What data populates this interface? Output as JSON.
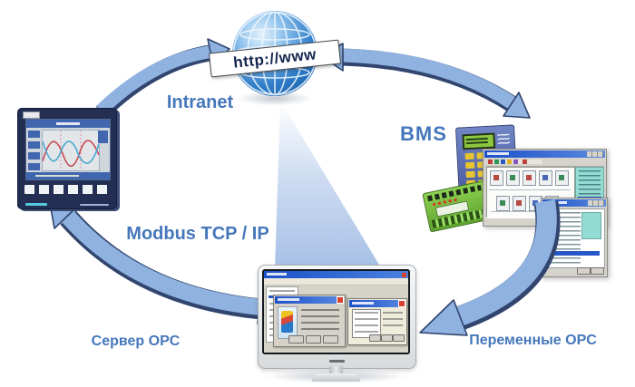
{
  "labels": {
    "globe_banner": "http://www",
    "intranet": "Intranet",
    "bms": "BMS",
    "modbus": "Modbus TCP / IP",
    "opc_server": "Сервер OPC",
    "opc_variables": "Переменные OPC"
  },
  "colors": {
    "label_text": "#4577bb",
    "arrow_fill": "#8fb2e0",
    "arrow_outline": "#31456e",
    "banner_text": "#15264e",
    "globe_primary": "#2e7cc8",
    "beam_bottom": "#a6c0e6",
    "lcd_green": "#8dc63f",
    "keypad_yellow": "#e6c430",
    "plc_green": "#7cc148",
    "teal_panel": "#93dbd3"
  },
  "nodes": [
    {
      "id": "internet-globe",
      "kind": "internet-cloud",
      "banner": "http://www",
      "caption": "Intranet"
    },
    {
      "id": "power-meter",
      "kind": "power-quality-analyzer"
    },
    {
      "id": "bms-cluster",
      "kind": "building-management-system",
      "caption": "BMS",
      "parts": [
        "operator-keypad",
        "plc-io-module",
        "bms-software-window",
        "opc-variables-window"
      ]
    },
    {
      "id": "opc-server-pc",
      "kind": "desktop-monitor",
      "caption": "Сервер OPC"
    }
  ],
  "connections": [
    {
      "from": "power-meter",
      "to": "internet-globe",
      "heads": "single"
    },
    {
      "from": "internet-globe",
      "to": "bms-cluster",
      "heads": "double"
    },
    {
      "from": "power-meter",
      "to": "opc-server-pc",
      "heads": "double",
      "label": "Modbus TCP / IP"
    },
    {
      "from": "bms-cluster",
      "to": "opc-server-pc",
      "heads": "single",
      "label": "Переменные OPC"
    }
  ]
}
